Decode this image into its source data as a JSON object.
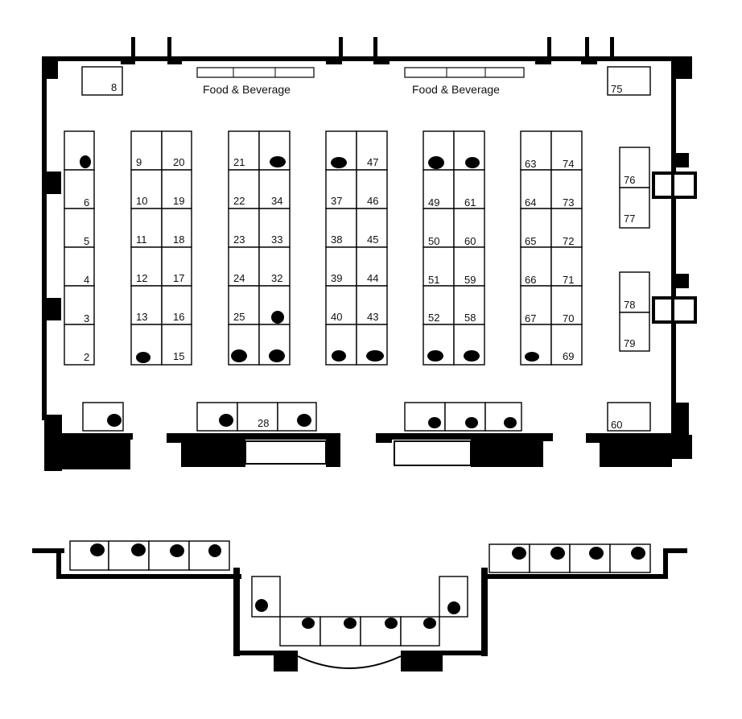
{
  "floorplan": {
    "area_labels": [
      "Food & Beverage",
      "Food & Beverage"
    ],
    "corner_booths": [
      "8",
      "75",
      "60"
    ],
    "booth_labels": {
      "col1": [
        "6",
        "5",
        "4",
        "3",
        "2"
      ],
      "col2_left": [
        "9",
        "10",
        "11",
        "12",
        "13"
      ],
      "col2_right": [
        "20",
        "19",
        "18",
        "17",
        "16",
        "15"
      ],
      "col3_left": [
        "21",
        "22",
        "23",
        "24",
        "25"
      ],
      "col3_right": [
        "34",
        "33",
        "32"
      ],
      "col4_left": [
        "37",
        "38",
        "39",
        "40"
      ],
      "col4_right": [
        "47",
        "46",
        "45",
        "44",
        "43"
      ],
      "col5_left": [
        "49",
        "50",
        "51",
        "52"
      ],
      "col5_right": [
        "61",
        "60",
        "59",
        "58"
      ],
      "col6_left": [
        "63",
        "64",
        "65",
        "66",
        "67"
      ],
      "col6_right": [
        "74",
        "73",
        "72",
        "71",
        "70",
        "69"
      ],
      "right_wall": [
        "76",
        "77",
        "78",
        "79"
      ],
      "bottom_center": "28"
    }
  }
}
